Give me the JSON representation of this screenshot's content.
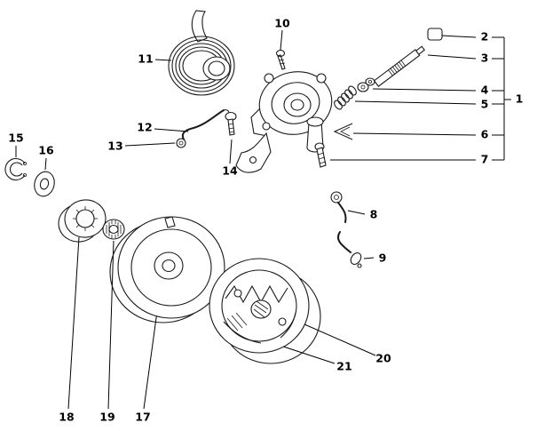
{
  "figure": {
    "background": "#ffffff",
    "line_color": "#1a1a1a",
    "label_color": "#000000",
    "type": "exploded-parts-diagram"
  },
  "callouts": [
    {
      "label": "1"
    },
    {
      "label": "2"
    },
    {
      "label": "3"
    },
    {
      "label": "4"
    },
    {
      "label": "5"
    },
    {
      "label": "6"
    },
    {
      "label": "7"
    },
    {
      "label": "8"
    },
    {
      "label": "9"
    },
    {
      "label": "10"
    },
    {
      "label": "11"
    },
    {
      "label": "12"
    },
    {
      "label": "13"
    },
    {
      "label": "14"
    },
    {
      "label": "15"
    },
    {
      "label": "16"
    },
    {
      "label": "17"
    },
    {
      "label": "18"
    },
    {
      "label": "19"
    },
    {
      "label": "20"
    },
    {
      "label": "21"
    }
  ]
}
